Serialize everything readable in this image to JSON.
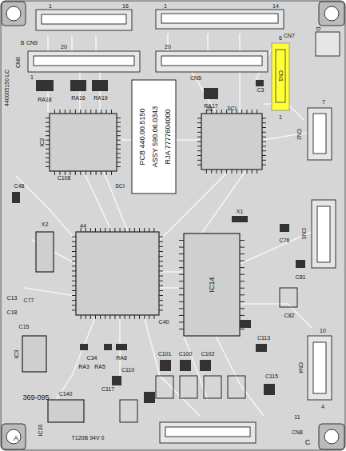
{
  "diagram": {
    "labels": [
      "1",
      "16",
      "1",
      "14",
      "CN7",
      "CN9",
      "B",
      "D",
      "20",
      "20",
      "CN6",
      "CN5",
      "1",
      "RA18",
      "RA16",
      "RA19",
      "RA17",
      "C3",
      "6",
      "CN1",
      "1",
      "7",
      "CN2",
      "440005150 LC",
      "PCB 440.00.5150",
      "ASSY 590.06.0343",
      "RJA 7777604000",
      "SCI",
      "28",
      "IC2",
      "C108",
      "C48",
      "SCI",
      "44",
      "X1",
      "C76",
      "C81",
      "CN3",
      "IC14",
      "X2",
      "C13",
      "C18",
      "C15",
      "C40",
      "C34",
      "RA3",
      "RA5",
      "RA8",
      "IC3",
      "369-095",
      "C140",
      "IC30",
      "A",
      "T120B 94V 0",
      "C117",
      "C110",
      "C101",
      "C100",
      "C102",
      "C115",
      "10",
      "4",
      "11",
      "CN8",
      "C",
      "CN4",
      "C82",
      "C113",
      "C77"
    ]
  }
}
